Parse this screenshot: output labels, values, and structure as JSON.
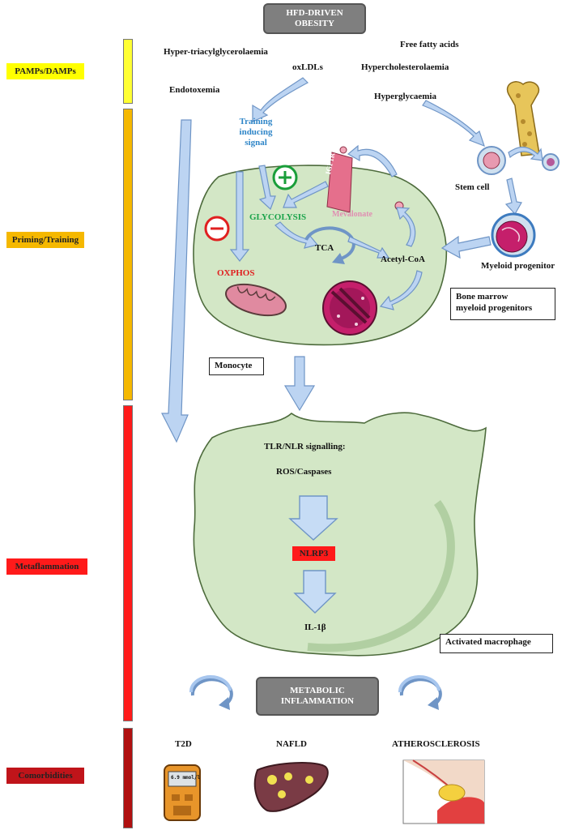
{
  "header": {
    "line1": "HFD-DRIVEN",
    "line2": "OBESITY"
  },
  "stages": [
    {
      "label": "PAMPs/DAMPs",
      "color": "#ffff00"
    },
    {
      "label": "Priming/Training",
      "color": "#f5b800"
    },
    {
      "label": "Metaflammation",
      "color": "#ff1a1a"
    },
    {
      "label": "Comorbidities",
      "color": "#b01010"
    }
  ],
  "triggers": {
    "hypertg": "Hyper-triacylglycerolaemia",
    "oxldl": "oxLDLs",
    "ffa": "Free fatty acids",
    "hyperchol": "Hypercholesterolaemia",
    "endotox": "Endotoxemia",
    "hyperglyc": "Hyperglycaemia"
  },
  "training_signal": {
    "line1": "Training",
    "line2": "inducing",
    "line3": "signal"
  },
  "monocyte": {
    "glycolysis": "GLYCOLYSIS",
    "oxphos": "OXPHOS",
    "tca": "TCA",
    "acetyl": "Acetyl-CoA",
    "mevalonate": "Mevalonate",
    "igf1r": "IGF1R",
    "label": "Monocyte",
    "plus": "+",
    "minus": "−"
  },
  "bone_marrow": {
    "stem": "Stem cell",
    "myeloid": "Myeloid progenitor",
    "box_line1": "Bone marrow",
    "box_line2": "myeloid progenitors"
  },
  "macrophage": {
    "tlr": "TLR/NLR signalling:",
    "ros": "ROS/Caspases",
    "nlrp3": "NLRP3",
    "il1b": "IL-1β",
    "label": "Activated macrophage"
  },
  "metabolic": {
    "line1": "METABOLIC",
    "line2": "INFLAMMATION"
  },
  "comorbidities": {
    "t2d": "T2D",
    "nafld": "NAFLD",
    "athero": "ATHEROSCLEROSIS",
    "meter_reading": "6.9 mmol/l"
  }
}
